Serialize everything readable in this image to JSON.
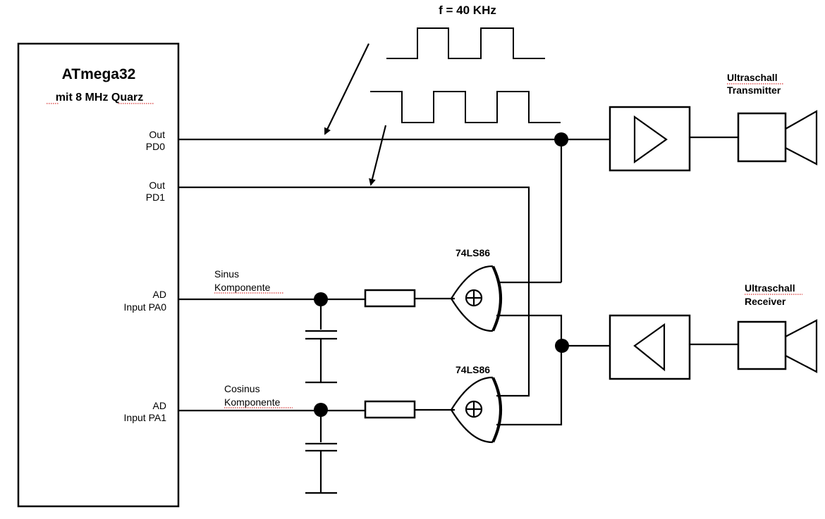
{
  "diagram": {
    "frequency_label": "f = 40 KHz",
    "mcu": {
      "name": "ATmega32",
      "subtitle": "mit 8 MHz Quarz",
      "pins": {
        "pd0_dir": "Out",
        "pd0_name": "PD0",
        "pd1_dir": "Out",
        "pd1_name": "PD1",
        "pa0_type": "AD",
        "pa0_name": "Input PA0",
        "pa1_type": "AD",
        "pa1_name": "Input PA1"
      }
    },
    "signals": {
      "sinus_line1": "Sinus",
      "sinus_line2": "Komponente",
      "cosinus_line1": "Cosinus",
      "cosinus_line2": "Komponente"
    },
    "gates": {
      "upper": "74LS86",
      "lower": "74LS86",
      "symbol": "⊕"
    },
    "transmitter": {
      "line1": "Ultraschall",
      "line2": "Transmitter"
    },
    "receiver": {
      "line1": "Ultraschall",
      "line2": "Receiver"
    }
  }
}
